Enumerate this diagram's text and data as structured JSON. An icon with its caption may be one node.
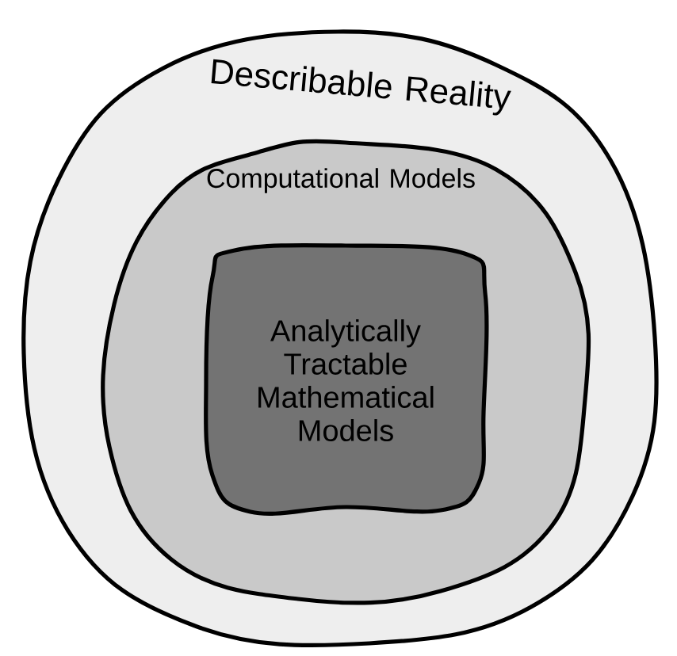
{
  "diagram": {
    "nodes": [
      {
        "text": [
          "Describable Reality"
        ]
      },
      {
        "text": [
          "Computational Models"
        ],
        "in": 0
      },
      {
        "text": [
          "Analytically Tractable Mathematical Models"
        ],
        "in": 1
      }
    ]
  }
}
